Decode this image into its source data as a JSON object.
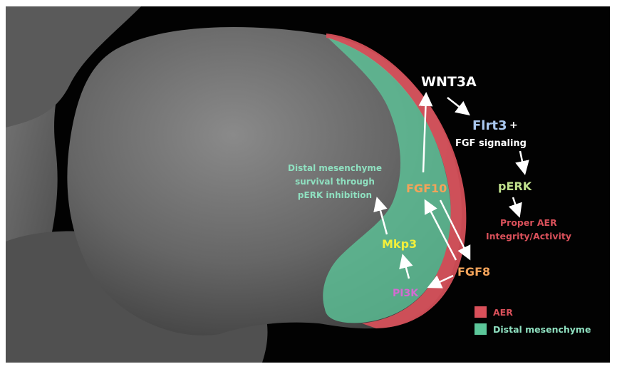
{
  "labels": {
    "wnt3a": "WNT3A",
    "flrt3": "Flrt3",
    "plus": "+",
    "fgf_signaling": "FGF signaling",
    "perk": "pERK",
    "aer_proper_line1": "Proper AER",
    "aer_proper_line2": "Integrity/Activity",
    "distal_line1": "Distal mesenchyme",
    "distal_line2": "survival through",
    "distal_line3": "pERK inhibition",
    "fgf10": "FGF10",
    "mkp3": "Mkp3",
    "fgf8": "FGF8",
    "pi3k": "PI3K"
  },
  "legend": {
    "aer": "AER",
    "distal_mesenchyme": "Distal mesenchyme"
  },
  "colors": {
    "background": "#020202",
    "tissue": "#5e5e5e",
    "aer": "#d9505a",
    "distal_mesenchyme": "#5cc79a",
    "white_text": "#ffffff",
    "flrt3_text": "#a9c7ee",
    "perk_text": "#bfe08c",
    "aer_text": "#d9505a",
    "distal_text": "#8fe0c0",
    "fgf_orange": "#f3a35a",
    "mkp3_yellow": "#f2ef3b",
    "pi3k_magenta": "#d56ad2"
  }
}
